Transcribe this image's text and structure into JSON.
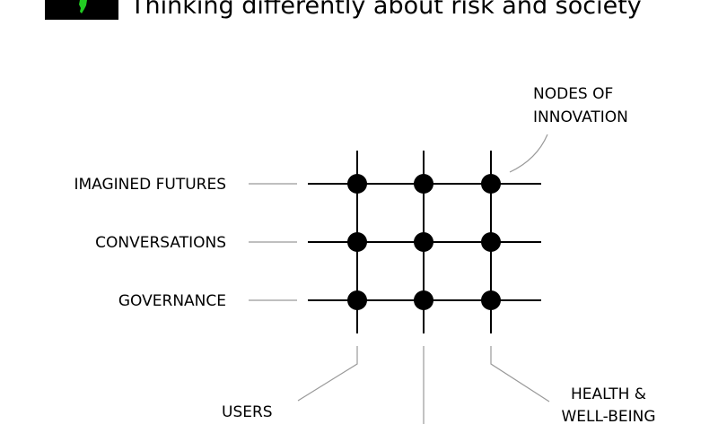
{
  "header": {
    "title": "Thinking differently about risk and society",
    "logo_icon": "green-leaf-icon",
    "logo_color": "#22cc22"
  },
  "diagram": {
    "row_labels": [
      "IMAGINED FUTURES",
      "CONVERSATIONS",
      "GOVERNANCE"
    ],
    "nodes_label": [
      "NODES OF",
      "INNOVATION"
    ],
    "users_label": "USERS",
    "health_label": [
      "HEALTH &",
      "WELL-BEING"
    ]
  }
}
